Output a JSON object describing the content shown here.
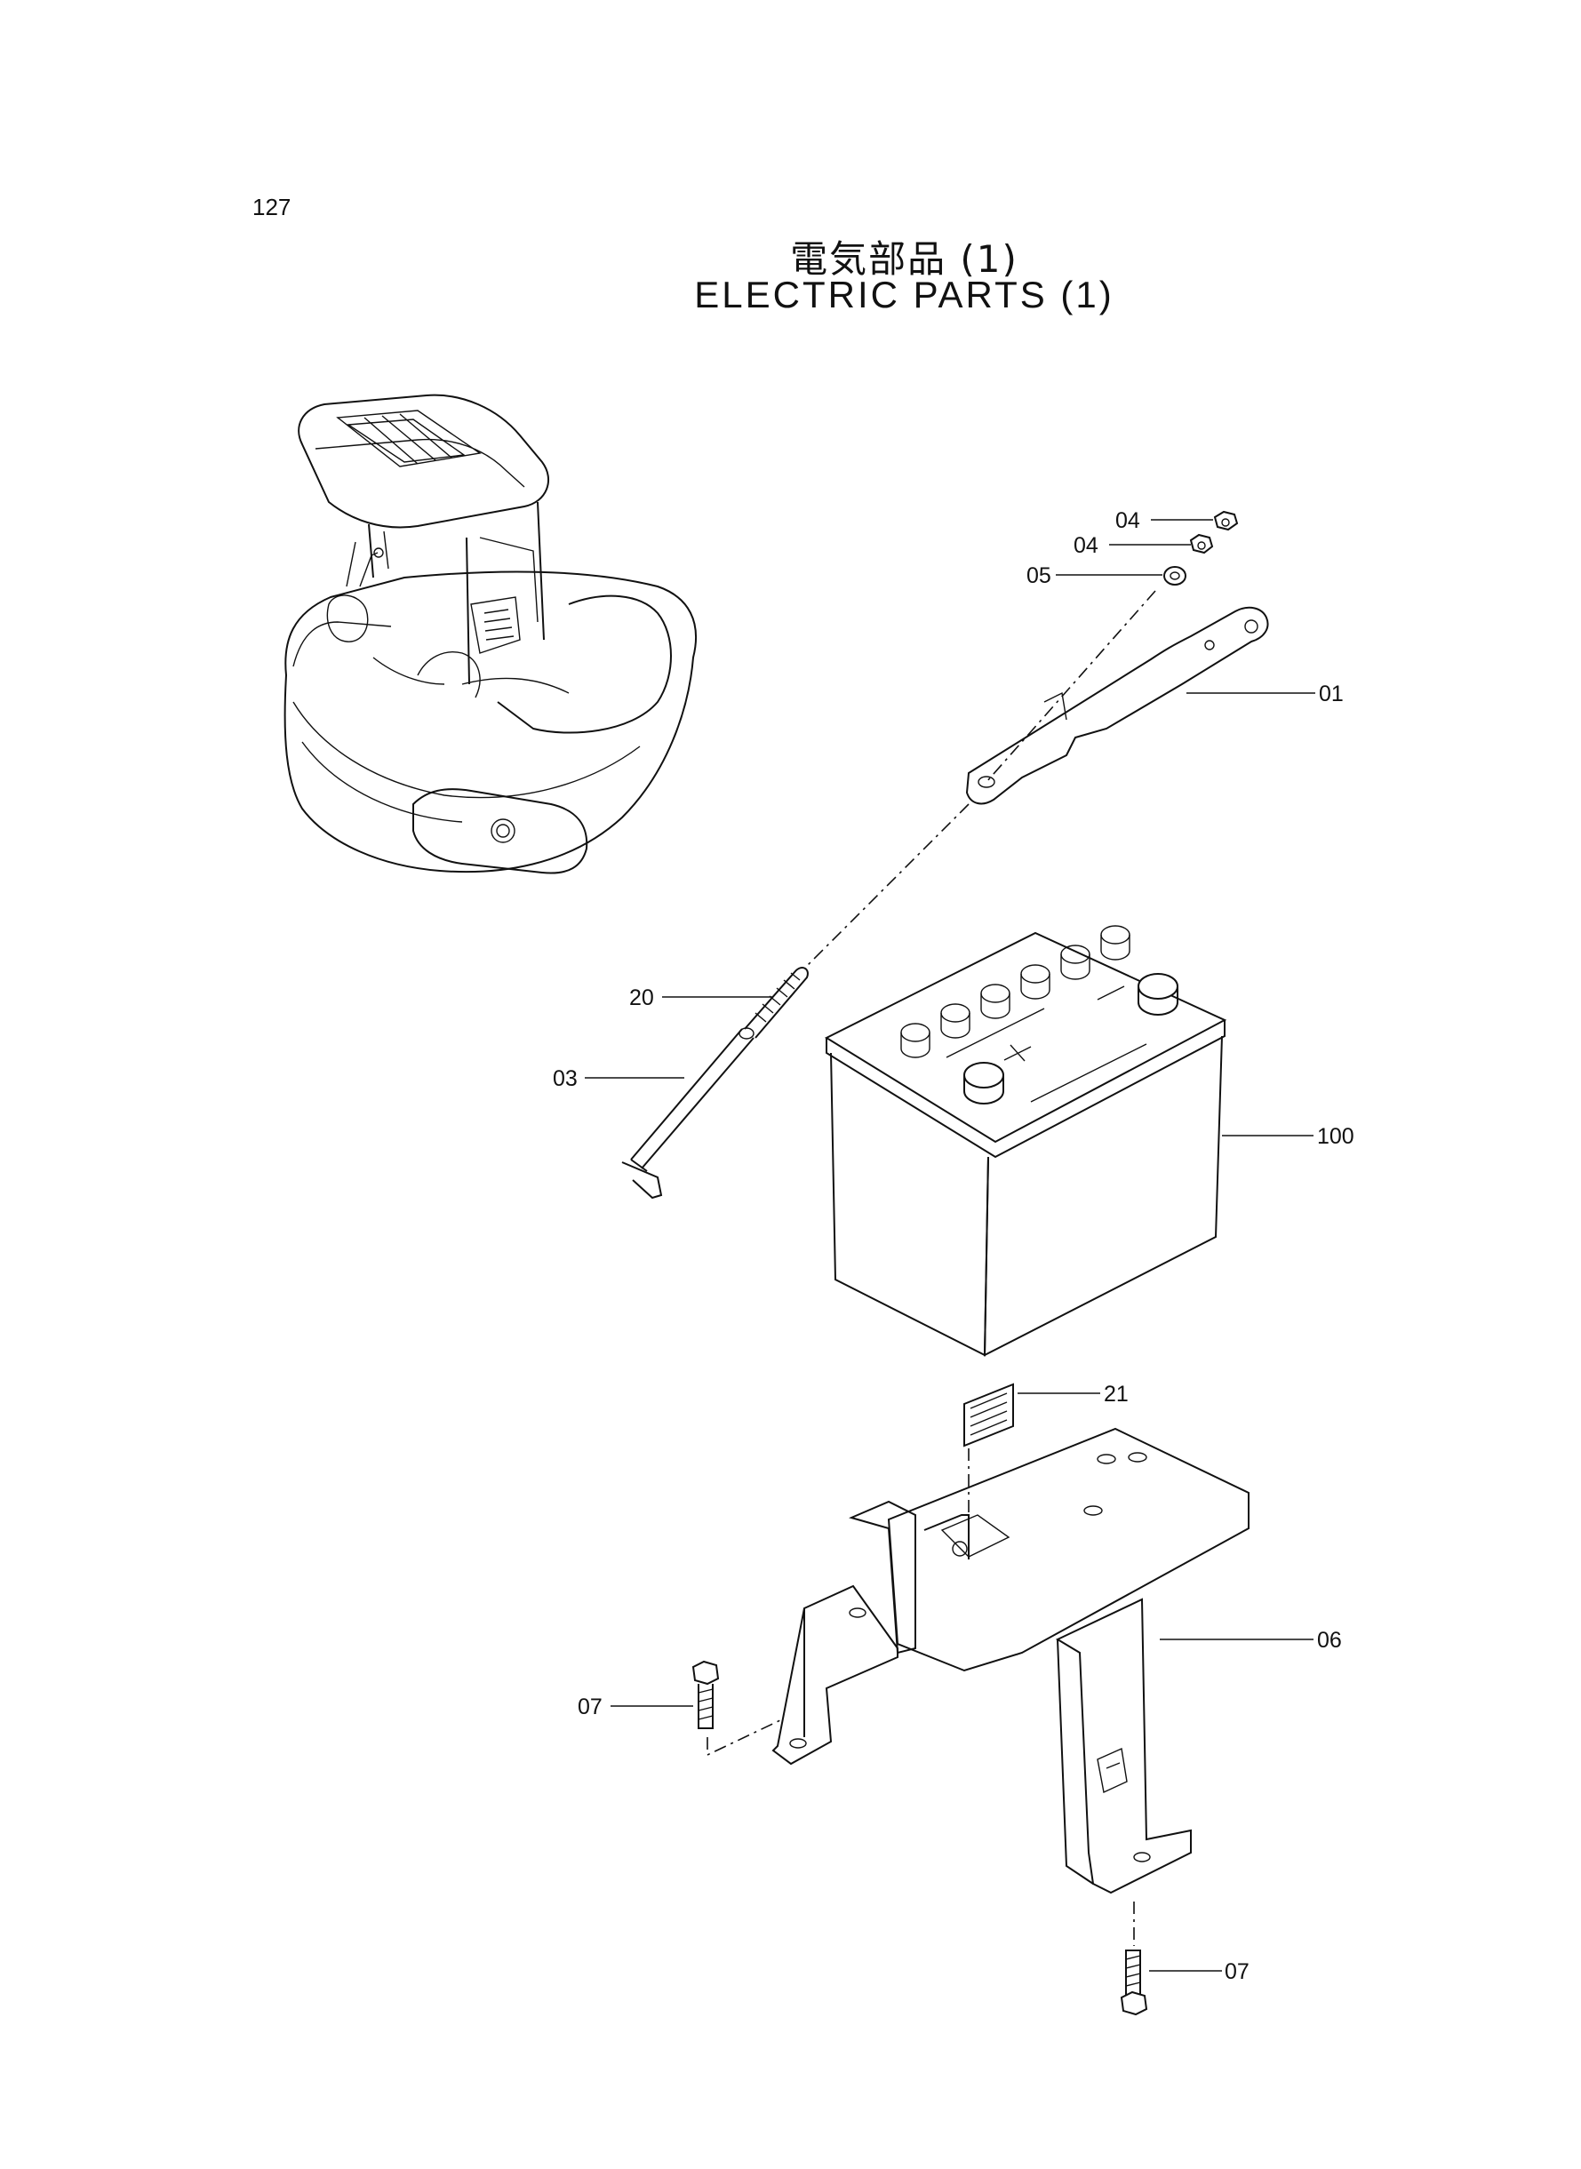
{
  "page_number": "127",
  "title_jp": "電気部品 (1)",
  "title_en": "ELECTRIC  PARTS  (1)",
  "callouts": {
    "c04a": "04",
    "c04b": "04",
    "c05": "05",
    "c01": "01",
    "c20": "20",
    "c03": "03",
    "c100": "100",
    "c21": "21",
    "c06": "06",
    "c07a": "07",
    "c07b": "07"
  }
}
